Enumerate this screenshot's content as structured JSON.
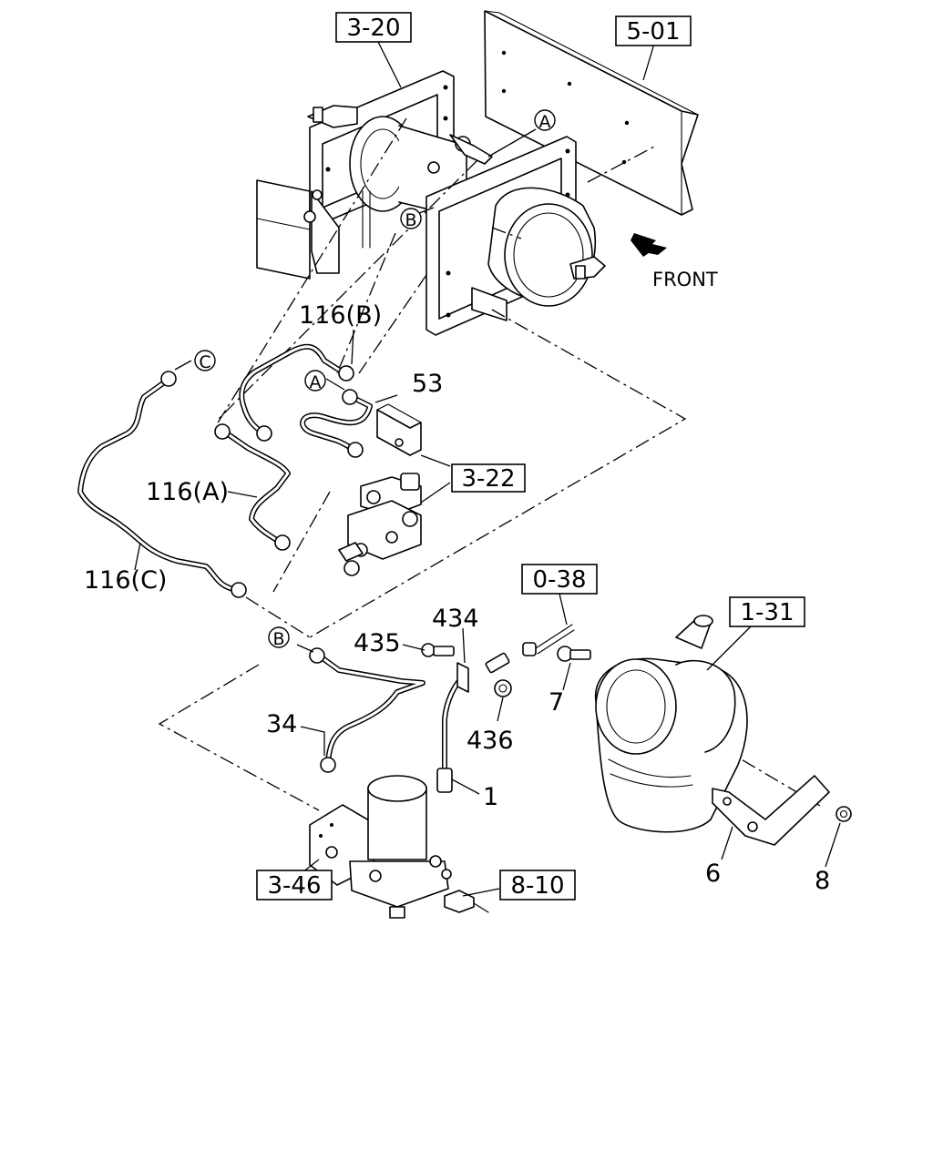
{
  "diagram": {
    "boxed_refs": {
      "ref_3_20": "3-20",
      "ref_5_01": "5-01",
      "ref_3_22": "3-22",
      "ref_0_38": "0-38",
      "ref_1_31": "1-31",
      "ref_3_46": "3-46",
      "ref_8_10": "8-10"
    },
    "part_numbers": {
      "p116b": "116(B)",
      "p116a": "116(A)",
      "p116c": "116(C)",
      "p53": "53",
      "p434": "434",
      "p435": "435",
      "p436": "436",
      "p7": "7",
      "p34": "34",
      "p1": "1",
      "p6": "6",
      "p8": "8"
    },
    "circle_marks": {
      "a": "A",
      "b": "B",
      "c": "C"
    },
    "direction": "FRONT"
  }
}
